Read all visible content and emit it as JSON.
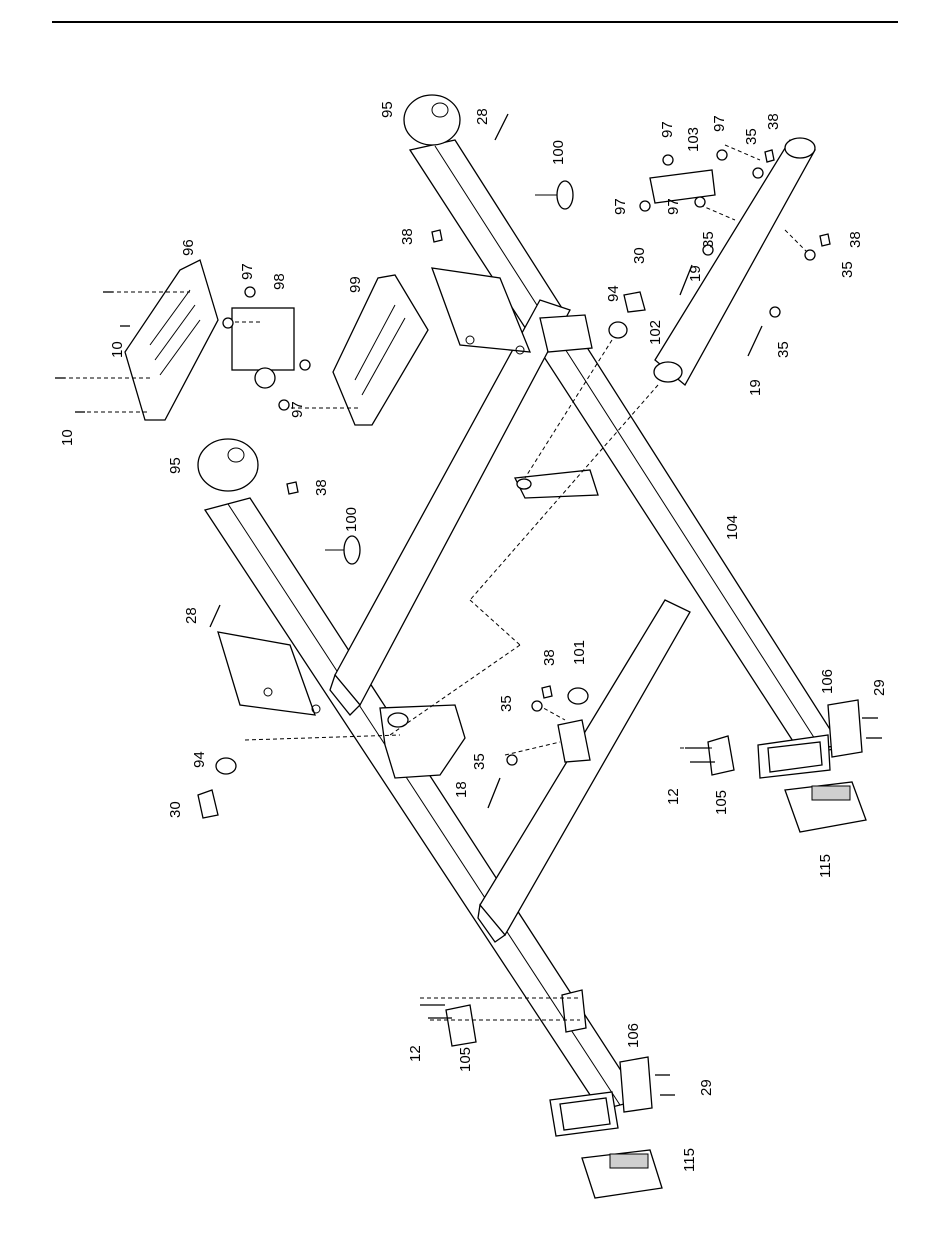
{
  "diagram": {
    "labels": {
      "l10a": "10",
      "l10b": "10",
      "l96": "96",
      "l97a": "97",
      "l98": "98",
      "l97b": "97",
      "l99": "99",
      "l95a": "95",
      "l38a": "38",
      "l100a": "100",
      "l28a": "28",
      "l95b": "95",
      "l28b": "28",
      "l100b": "100",
      "l38b": "38",
      "l97c": "97",
      "l103": "103",
      "l97d": "97",
      "l35a": "35",
      "l38c": "38",
      "l97e": "97",
      "l97f": "97",
      "l35b": "35",
      "l38d": "38",
      "l19a": "19",
      "l35c": "35",
      "l30a": "30",
      "l94a": "94",
      "l102": "102",
      "l19b": "19",
      "l35d": "35",
      "l104": "104",
      "l38e": "38",
      "l101": "101",
      "l35e": "35",
      "l35f": "35",
      "l94b": "94",
      "l30b": "30",
      "l18": "18",
      "l106a": "106",
      "l29a": "29",
      "l12a": "12",
      "l105a": "105",
      "l115a": "115",
      "l12b": "12",
      "l105b": "105",
      "l106b": "106",
      "l29b": "29",
      "l115b": "115"
    }
  }
}
